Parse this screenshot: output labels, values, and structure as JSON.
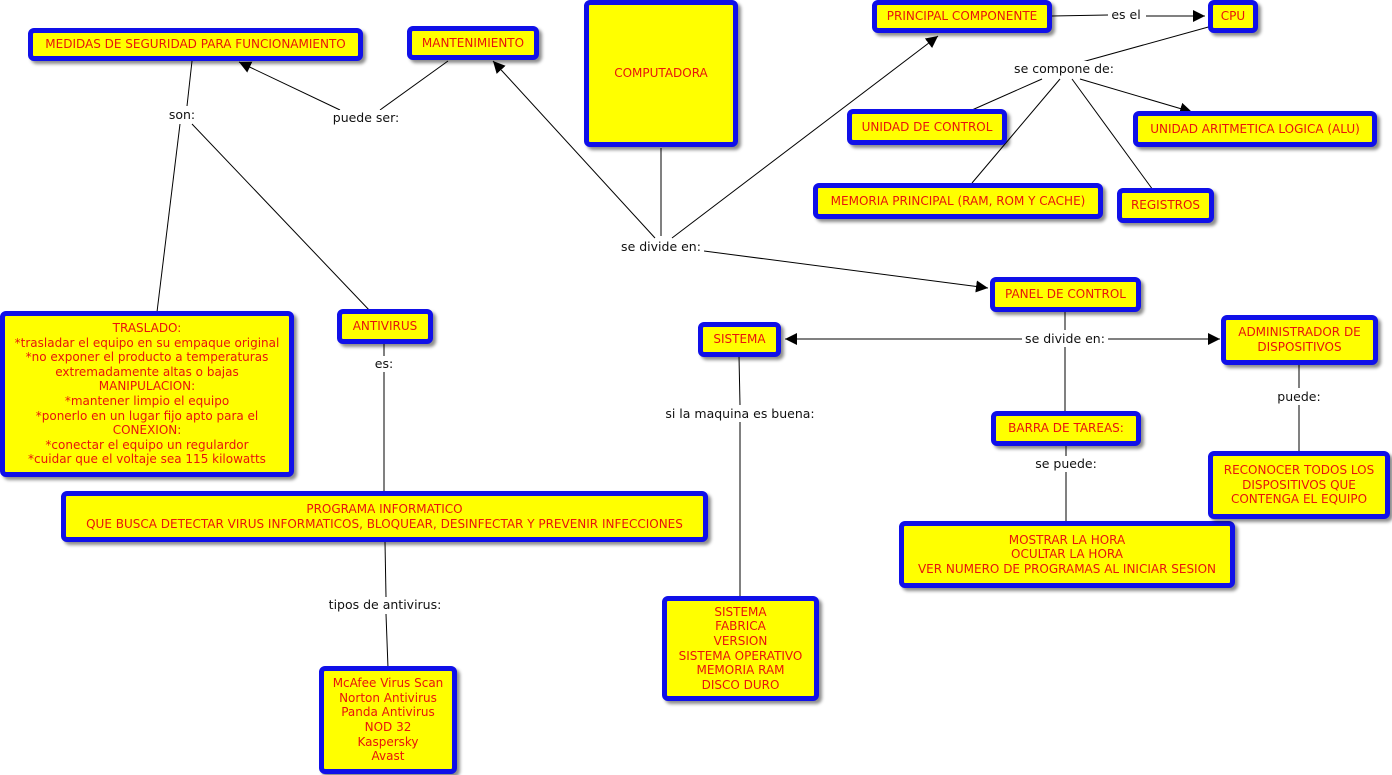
{
  "nodes": {
    "computadora": "COMPUTADORA",
    "medidas": "MEDIDAS DE SEGURIDAD PARA FUNCIONAMIENTO",
    "mantenimiento": "MANTENIMIENTO",
    "principal_componente": "PRINCIPAL COMPONENTE",
    "cpu": "CPU",
    "unidad_control": "UNIDAD DE CONTROL",
    "alu": "UNIDAD ARITMETICA LOGICA (ALU)",
    "memoria_principal": "MEMORIA PRINCIPAL (RAM, ROM Y CACHE)",
    "registros": "REGISTROS",
    "traslado": "TRASLADO:\n*trasladar el equipo en su empaque original\n*no exponer el producto a temperaturas extremadamente altas o bajas\nMANIPULACION:\n*mantener limpio el equipo\n*ponerlo en un lugar fijo apto para el\nCONEXION:\n*conectar el equipo un regulardor\n*cuidar que el voltaje sea 115 kilowatts",
    "antivirus": "ANTIVIRUS",
    "programa": "PROGRAMA INFORMATICO\nQUE BUSCA DETECTAR VIRUS INFORMATICOS, BLOQUEAR, DESINFECTAR Y PREVENIR INFECCIONES",
    "tipos": "McAfee Virus Scan\nNorton Antivirus\nPanda Antivirus\nNOD 32\nKaspersky\nAvast",
    "panel": "PANEL DE CONTROL",
    "sistema": "SISTEMA",
    "administrador": "ADMINISTRADOR DE\nDISPOSITIVOS",
    "barra": "BARRA DE TAREAS:",
    "sistema_info": "SISTEMA\nFABRICA\nVERSION\nSISTEMA OPERATIVO\nMEMORIA RAM\nDISCO DURO",
    "mostrar_hora": "MOSTRAR LA HORA\nOCULTAR LA HORA\nVER NUMERO DE PROGRAMAS AL INICIAR SESION",
    "reconocer": "RECONOCER TODOS LOS\nDISPOSITIVOS QUE\nCONTENGA EL EQUIPO"
  },
  "labels": {
    "son": "son:",
    "puede_ser": "puede ser:",
    "se_divide_en": "se divide en:",
    "es_el": "es el",
    "se_compone_de": "se compone de:",
    "es": "es:",
    "tipos_de_antivirus": "tipos de antivirus:",
    "si_la_maquina": "si la maquina es buena:",
    "panel_se_divide_en": "se divide en:",
    "se_puede": "se puede:",
    "puede": "puede:"
  },
  "colors": {
    "node_fill": "#ffff00",
    "node_border": "#1010e8",
    "node_text": "#e8140c",
    "link": "#000000"
  }
}
